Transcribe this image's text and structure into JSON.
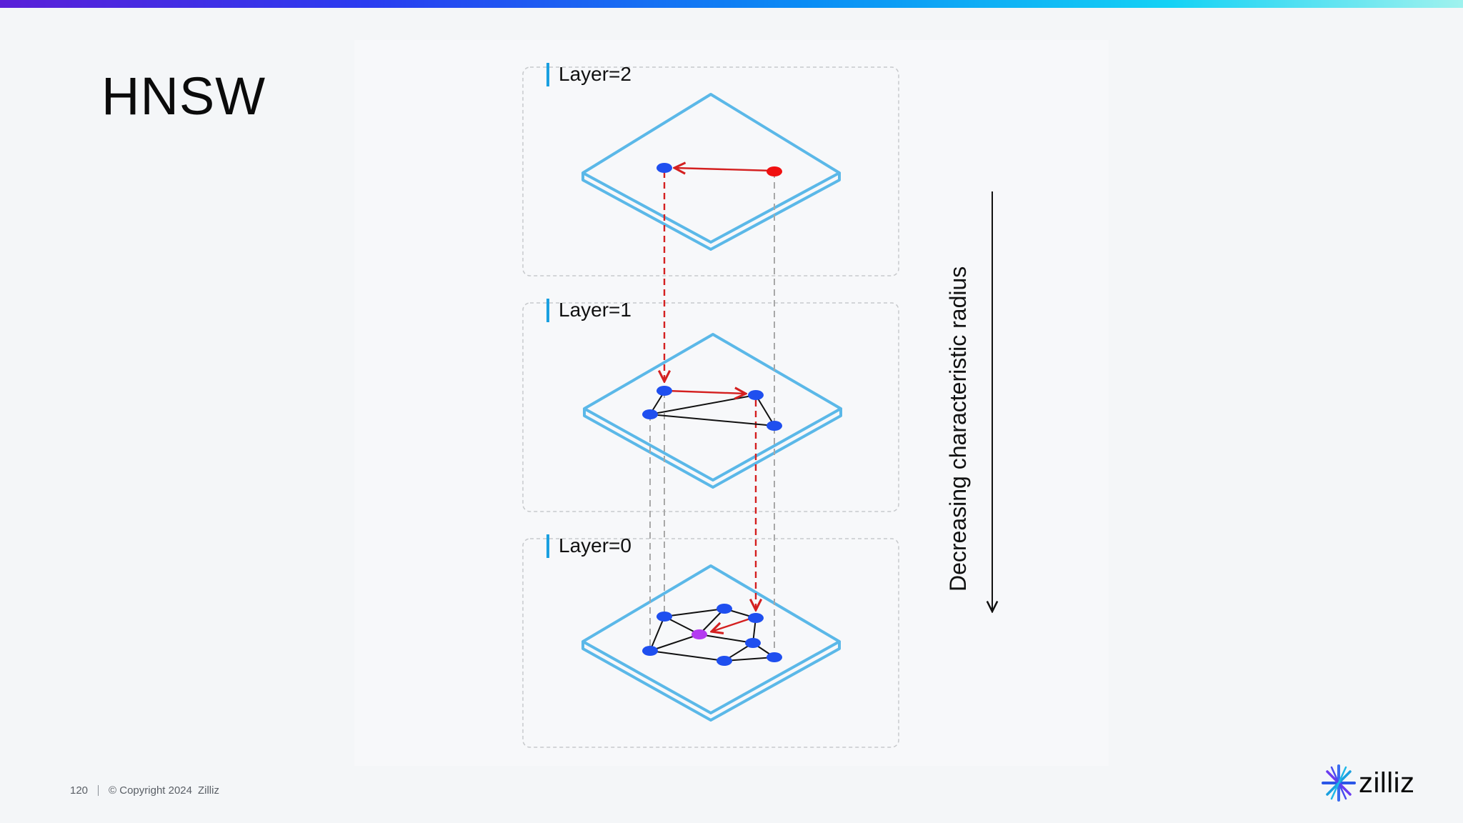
{
  "slide": {
    "title": "HNSW",
    "page_number": "120",
    "copyright": "© Copyright 2024",
    "company": "Zilliz",
    "logo_text": "zilliz"
  },
  "diagram": {
    "layers": [
      {
        "label": "Layer=2"
      },
      {
        "label": "Layer=1"
      },
      {
        "label": "Layer=0"
      }
    ],
    "side_label": "Decreasing characteristic radius",
    "colors": {
      "plane": "#5bb8e8",
      "node": "#1f4fef",
      "entry_node": "#f01010",
      "target_node": "#b43cf0",
      "search_path": "#d42020",
      "projection": "#a8a8a8",
      "edge": "#111111",
      "label_bar": "#1aa0e0"
    }
  },
  "colors": {
    "accent_gradient": [
      "#5a1fd8",
      "#2a3cf0",
      "#0a8cf5",
      "#14d2f5",
      "#9ff2ee"
    ]
  }
}
